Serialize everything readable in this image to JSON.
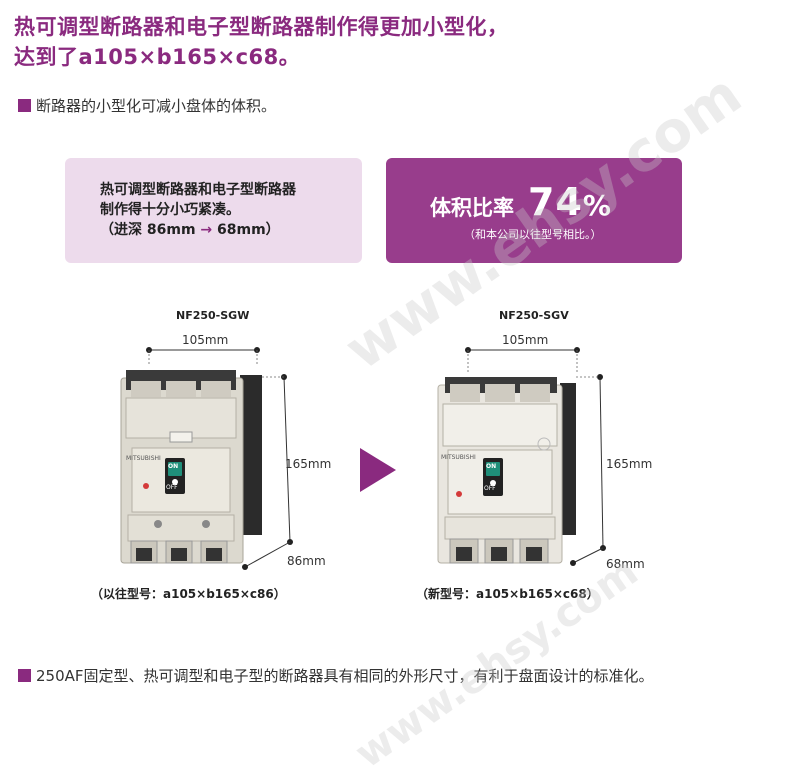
{
  "headline": {
    "line1": "热可调型断路器和电子型断路器制作得更加小型化，",
    "line2": "达到了a105×b165×c68。"
  },
  "intro_bullet": "断路器的小型化可减小盘体的体积。",
  "left_box": {
    "line1": "热可调型断路器和电子型断路器",
    "line2": "制作得十分小巧紧凑。",
    "line3_prefix": "（进深 86mm ",
    "line3_arrow": "→",
    "line3_suffix": " 68mm）"
  },
  "right_box": {
    "label": "体积比率",
    "value": "74",
    "unit": "%",
    "note": "（和本公司以往型号相比。）"
  },
  "products": [
    {
      "model": "NF250-SGW",
      "width": "105mm",
      "height": "165mm",
      "depth": "86mm",
      "caption": "（以往型号：a105×b165×c86）"
    },
    {
      "model": "NF250-SGV",
      "width": "105mm",
      "height": "165mm",
      "depth": "68mm",
      "caption": "（新型号：a105×b165×c68）"
    }
  ],
  "bottom_bullet": "250AF固定型、热可调型和电子型的断路器具有相同的外形尺寸，有利于盘面设计的标准化。",
  "breaker_labels": {
    "brand": "MITSUBISHI",
    "on": "ON",
    "off": "OFF"
  },
  "watermark": "www.ehsy.com",
  "colors": {
    "accent": "#8a2a7f",
    "box_light": "#eddbec",
    "box_dark": "#983d8c",
    "handle_green": "#1f8f7a"
  }
}
